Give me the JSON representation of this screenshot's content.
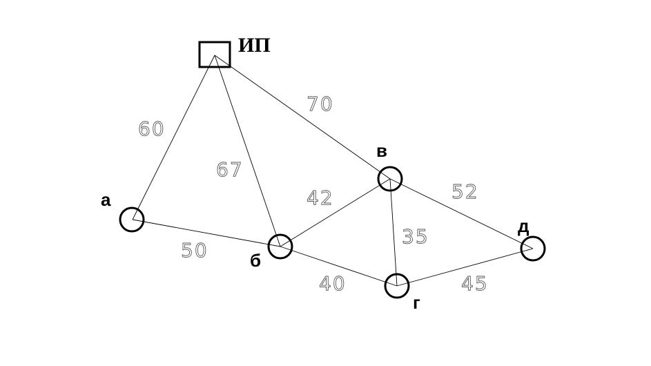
{
  "nodes": [
    {
      "id": "ip",
      "label": "ИП",
      "shape": "square"
    },
    {
      "id": "a",
      "label": "а",
      "shape": "circle"
    },
    {
      "id": "b",
      "label": "б",
      "shape": "circle"
    },
    {
      "id": "v",
      "label": "в",
      "shape": "circle"
    },
    {
      "id": "g",
      "label": "г",
      "shape": "circle"
    },
    {
      "id": "d",
      "label": "д",
      "shape": "circle"
    }
  ],
  "edges": [
    {
      "from": "ip",
      "to": "a",
      "weight": "60"
    },
    {
      "from": "ip",
      "to": "b",
      "weight": "67"
    },
    {
      "from": "ip",
      "to": "v",
      "weight": "70"
    },
    {
      "from": "a",
      "to": "b",
      "weight": "50"
    },
    {
      "from": "b",
      "to": "v",
      "weight": "42"
    },
    {
      "from": "b",
      "to": "g",
      "weight": "40"
    },
    {
      "from": "v",
      "to": "g",
      "weight": "35"
    },
    {
      "from": "v",
      "to": "d",
      "weight": "52"
    },
    {
      "from": "g",
      "to": "d",
      "weight": "45"
    }
  ]
}
